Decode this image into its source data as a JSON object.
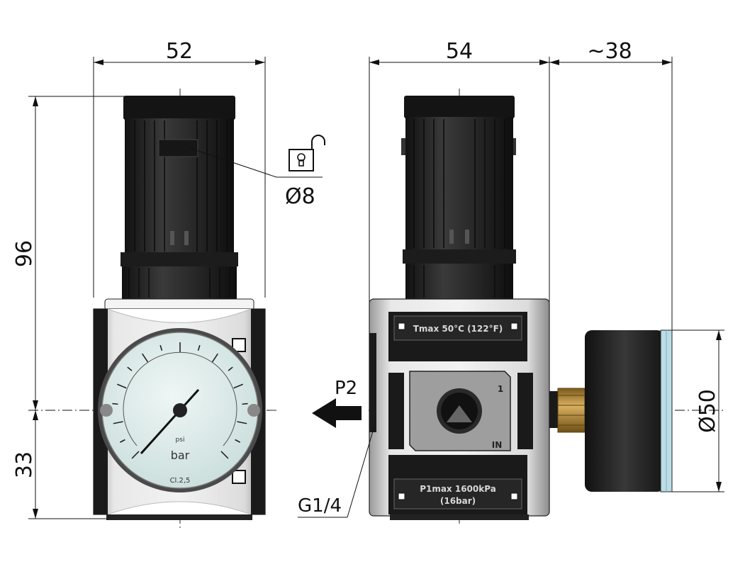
{
  "dimensions": {
    "width_front": "52",
    "width_side": "54",
    "gauge_depth": "~38",
    "height_top": "96",
    "height_bottom": "33",
    "gauge_diameter": "Ø50",
    "lock_hole": "Ø8"
  },
  "labels": {
    "outlet_port": "P2",
    "thread": "G1/4",
    "port_number": "1",
    "inlet_mark": "IN"
  },
  "plates": {
    "top": "Tmax 50°C (122°F)",
    "bottom_line1": "P1max 1600kPa",
    "bottom_line2": "(16bar)"
  },
  "gauge": {
    "unit": "bar",
    "unit_small": "psi",
    "accuracy_class": "Cl.2,5"
  },
  "icons": [
    "unlocked-padlock-icon",
    "flow-arrow-icon"
  ],
  "colors": {
    "knob": "#1f1f1f",
    "body": "#d9d9d9",
    "gauge_face": "#d9ebe9",
    "brass": "#a8843c",
    "gauge_rim_accent": "#bcdde6"
  }
}
